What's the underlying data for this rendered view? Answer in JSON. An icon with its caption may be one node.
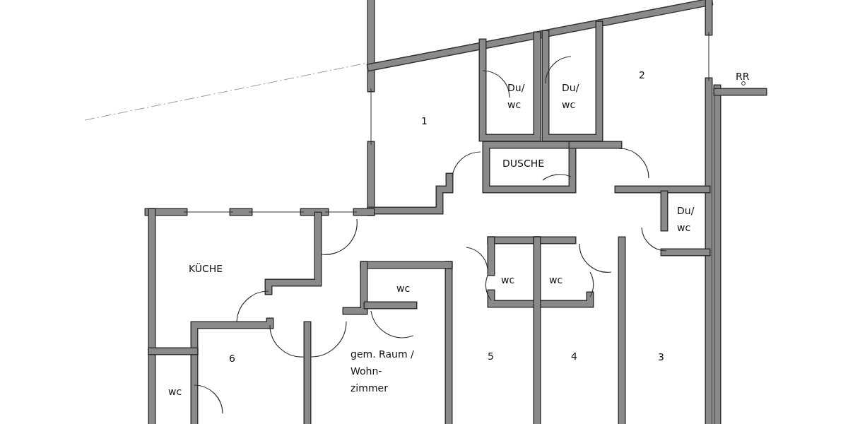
{
  "diagram": {
    "labels": [
      "2",
      "RR",
      "Du/ wc",
      "Du/ wc",
      "1",
      "DUSCHE",
      "Du/ wc",
      "KÜCHE",
      "wc",
      "wc",
      "wc",
      "6",
      "gem. Raum / Wohn- zimmer",
      "5",
      "4",
      "3",
      "wc"
    ]
  }
}
